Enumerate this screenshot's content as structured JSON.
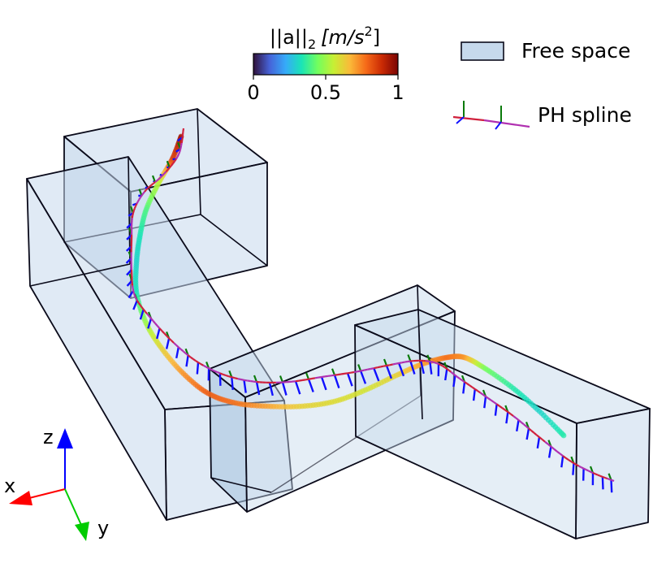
{
  "colorbar": {
    "label_main": "||a||",
    "label_sub": "2",
    "label_unit_pre": "[m/s",
    "label_unit_sup": "2",
    "label_unit_post": "]",
    "ticks": [
      "0",
      "0.5",
      "1"
    ],
    "colormap": [
      "#30123b",
      "#4662d7",
      "#36aaf9",
      "#1ae4b6",
      "#72fe5e",
      "#c7ef34",
      "#faba39",
      "#f66b19",
      "#ca2a04",
      "#7a0403"
    ]
  },
  "legend": {
    "free_space": "Free space",
    "ph_spline": "PH spline"
  },
  "axes": {
    "x_label": "x",
    "y_label": "y",
    "z_label": "z",
    "x_color": "#ff0000",
    "y_color": "#00cc00",
    "z_color": "#0000ff"
  },
  "colors": {
    "box_fill": "#c6d9ec",
    "box_edge": "#0a0a1a",
    "spline_main": "#d0203c",
    "spline_end": "#b030b0",
    "frame_blue": "#1010ff",
    "frame_green": "#0a7a0a"
  }
}
